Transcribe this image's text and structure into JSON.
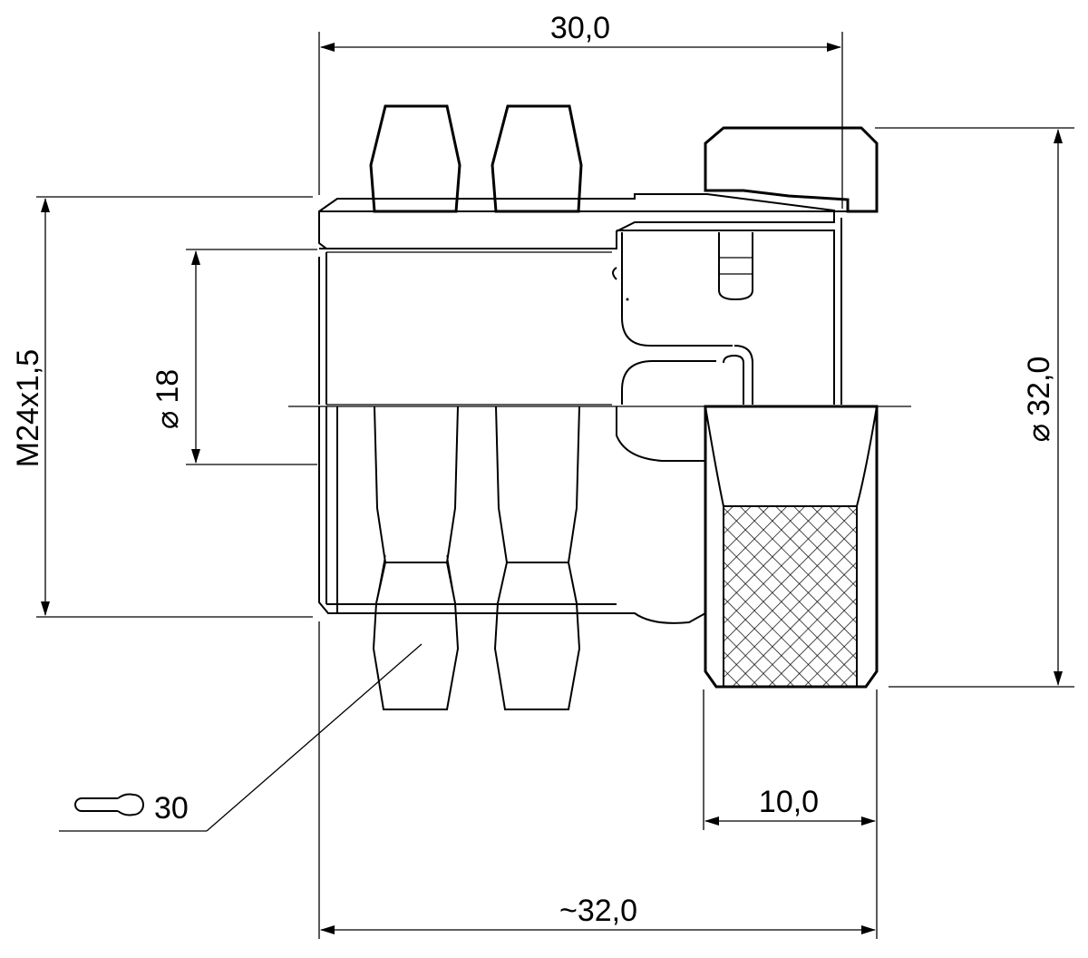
{
  "drawing": {
    "dim_top": "30,0",
    "dim_bottom": "~32,0",
    "dim_nut": "10,0",
    "dim_thread": "M24x1,5",
    "dim_bore": "18",
    "dim_outer": "32,0",
    "diameter_symbol": "⌀",
    "wrench_size": "30"
  }
}
